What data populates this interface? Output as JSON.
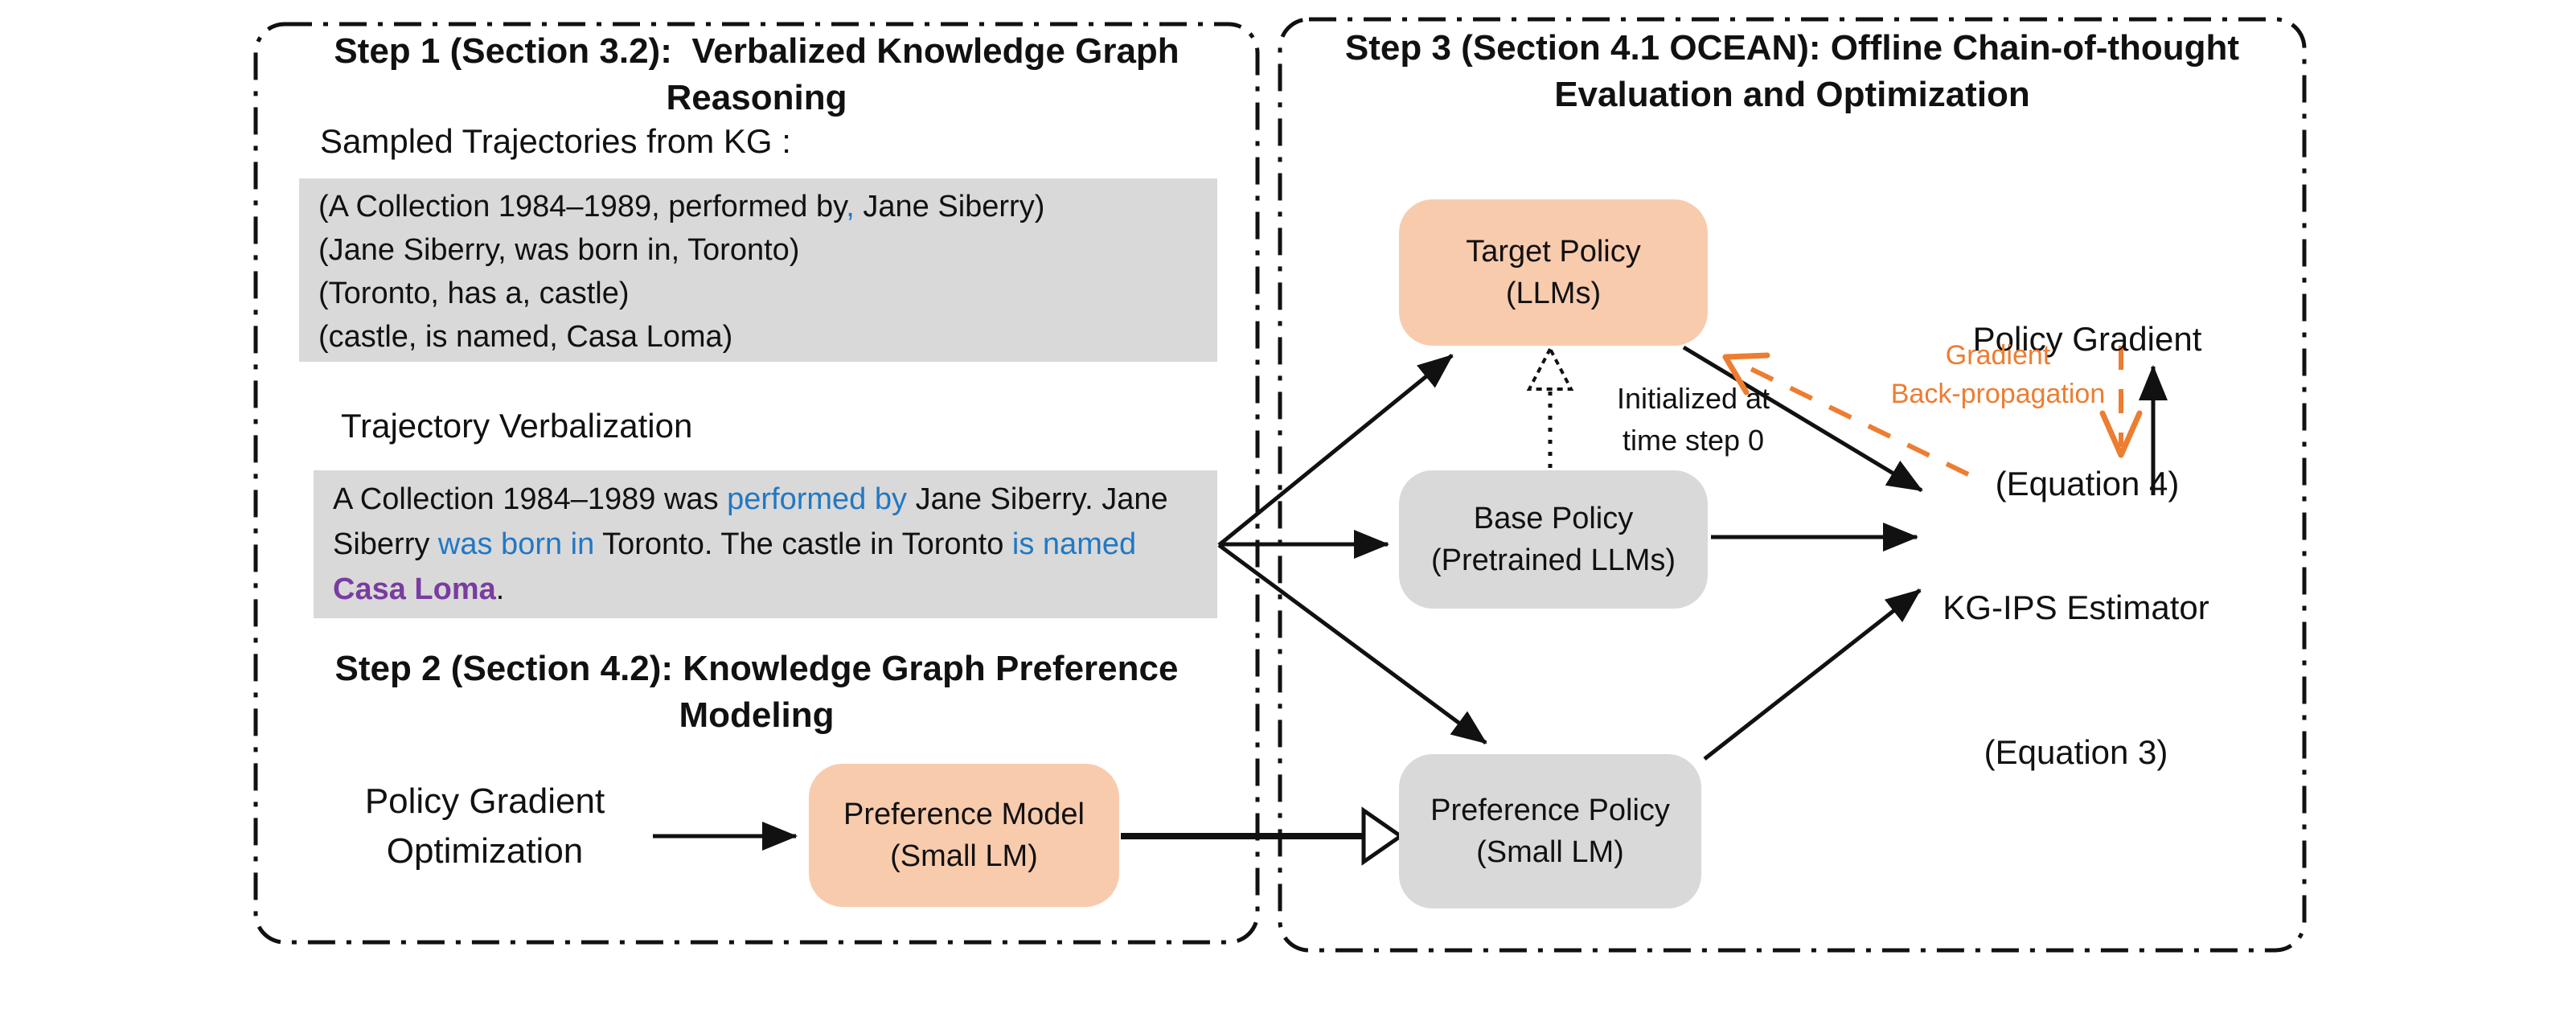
{
  "colors": {
    "accent_orange": "#ED7D31",
    "peach_fill": "#F8CBAD",
    "gray_fill": "#D9D9D9",
    "blue_text": "#2178C4",
    "purple_text": "#7A3CA0",
    "ink": "#111111"
  },
  "left_panel": {
    "title_line1": "Step 1 (Section 3.2):  Verbalized Knowledge Graph",
    "title_line2": "Reasoning",
    "sampled_label": "Sampled Trajectories from KG :",
    "triples": {
      "l1_pre": "(A Collection 1984–1989, performed by",
      "l1_blue": ",",
      "l1_post": " Jane Siberry)",
      "l2": "(Jane Siberry, was born in, Toronto)",
      "l3": "(Toronto, has a, castle)",
      "l4": "(castle, is named, Casa Loma)"
    },
    "verbalization_heading": "Trajectory Verbalization",
    "verbalization": {
      "l1a": "A Collection 1984–1989 was ",
      "l1b": "performed by",
      "l1c": " Jane Siberry. Jane",
      "l2a": "Siberry ",
      "l2b": "was born in",
      "l2c": " Toronto. The castle in Toronto ",
      "l2d": "is named",
      "l3a": "Casa Loma",
      "l3b": "."
    },
    "step2_title_line1": "Step 2 (Section 4.2): Knowledge Graph Preference",
    "step2_title_line2": "Modeling",
    "pgo_line1": "Policy Gradient",
    "pgo_line2": "Optimization",
    "preference_model_line1": "Preference Model",
    "preference_model_line2": "(Small LM)"
  },
  "right_panel": {
    "title_line1": "Step 3 (Section 4.1 OCEAN): Offline Chain-of-thought",
    "title_line2": "Evaluation and Optimization",
    "target_policy_line1": "Target Policy",
    "target_policy_line2": "(LLMs)",
    "base_policy_line1": "Base Policy",
    "base_policy_line2": "(Pretrained LLMs)",
    "preference_policy_line1": "Preference Policy",
    "preference_policy_line2": "(Small LM)",
    "init_label_line1": "Initialized at",
    "init_label_line2": "time step 0",
    "policy_gradient_line1": "Policy Gradient",
    "policy_gradient_line2": "(Equation 4)",
    "gradient_label_line1": "Gradient",
    "gradient_label_line2": "Back-propagation",
    "kgips_line1": "KG-IPS Estimator",
    "kgips_line2": "(Equation 3)"
  }
}
